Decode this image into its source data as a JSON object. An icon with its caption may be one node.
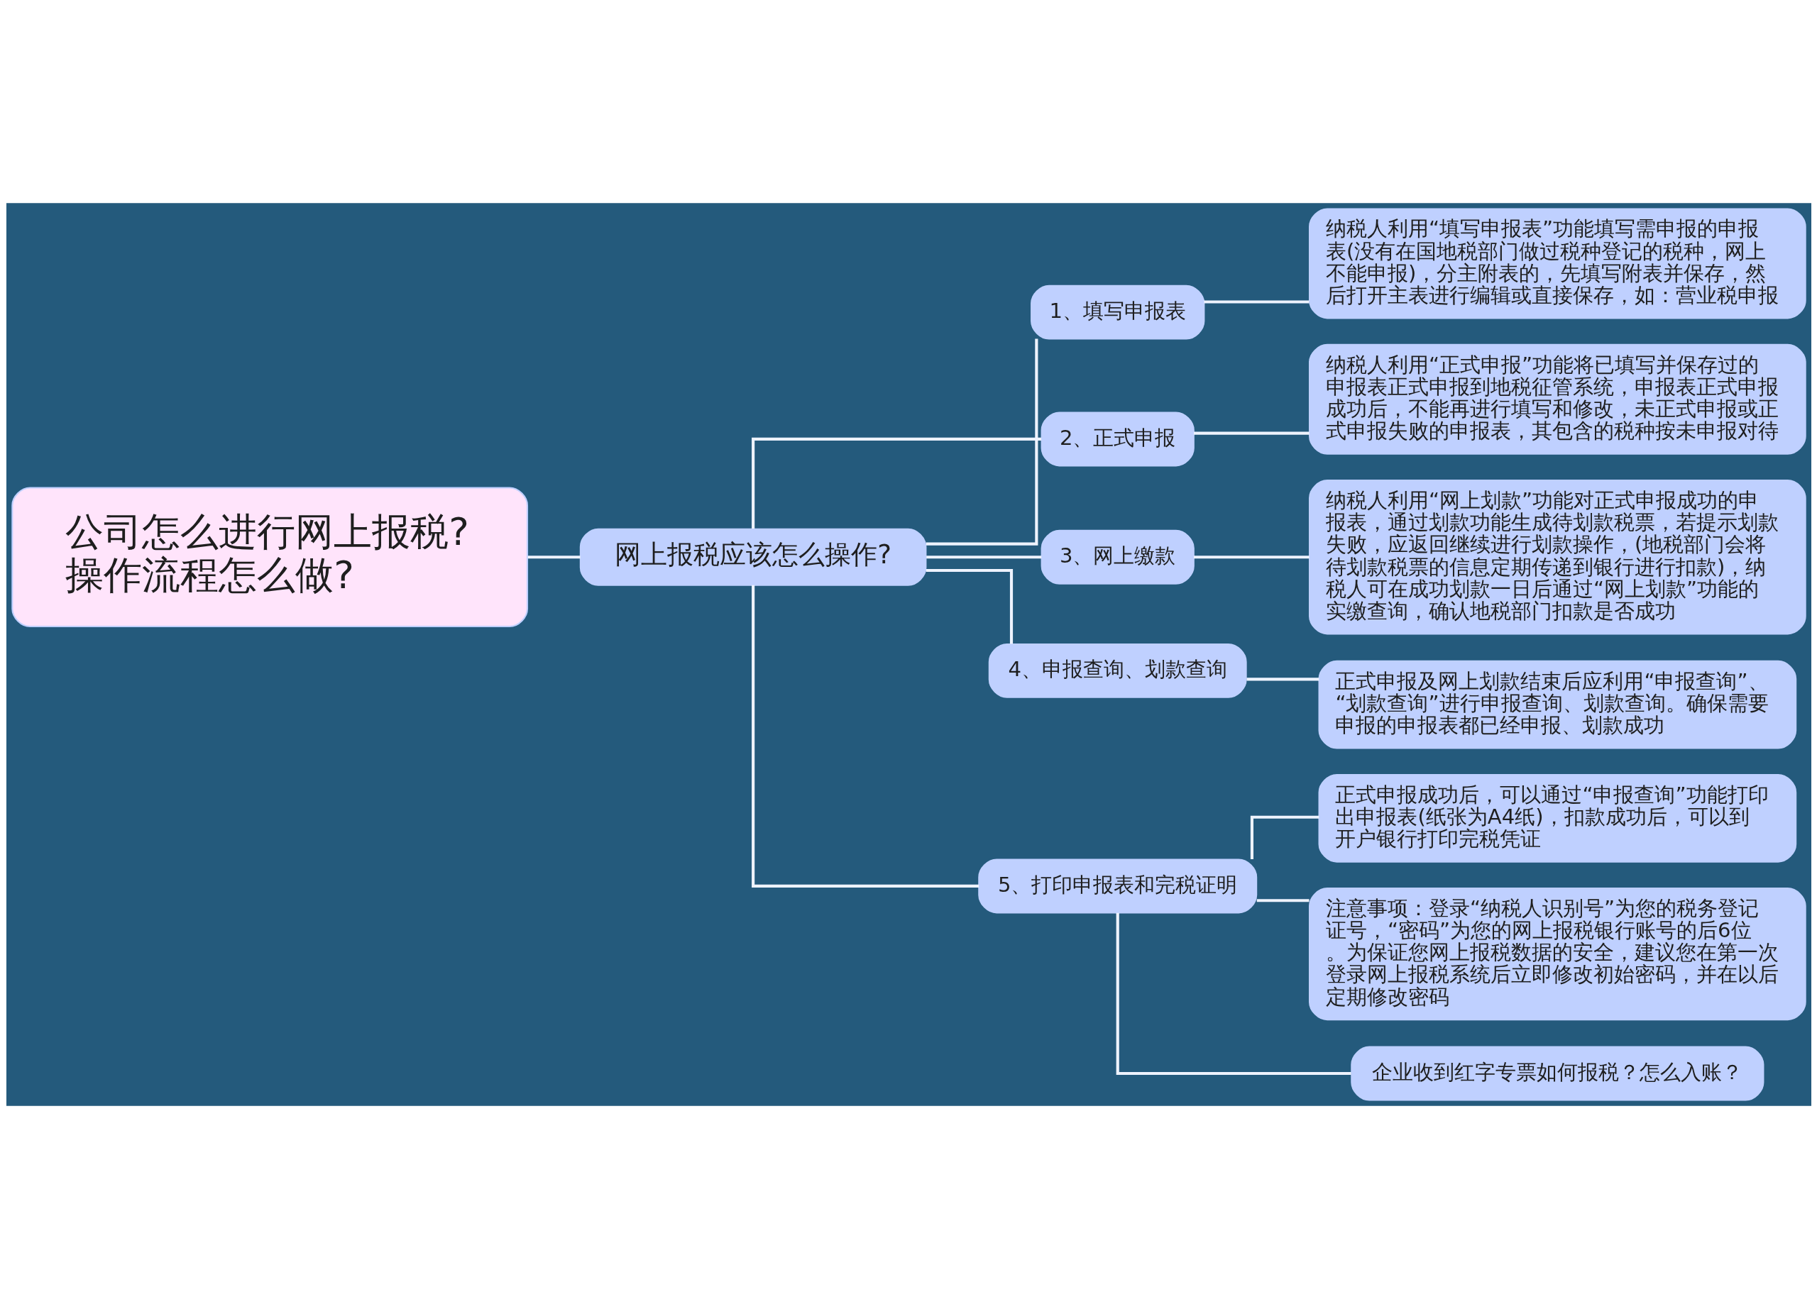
{
  "diagram": {
    "nodes": [
      {
        "text": [
          "公司怎么进行网上报税?操作流程怎么做?"
        ]
      },
      {
        "text": [
          "网上报税应该怎么操作?"
        ]
      },
      {
        "text": [
          "1、填写申报表"
        ]
      },
      {
        "text": [
          "纳税人利用“填写申报表”功能填写需申报的申报表(没有在国地税部门做过税种登记的税种，网上不能申报)，分主附表的，先填写附表并保存，然后打开主表进行编辑或直接保存，如：营业税申报"
        ]
      },
      {
        "text": [
          "2、正式申报"
        ]
      },
      {
        "text": [
          "纳税人利用“正式申报”功能将已填写并保存过的申报表正式申报到地税征管系统，申报表正式申报成功后，不能再进行填写和修改，未正式申报或正式申报失败的申报表，其包含的税种按未申报对待"
        ]
      },
      {
        "text": [
          "3、网上缴款"
        ]
      },
      {
        "text": [
          "纳税人利用“网上划款”功能对正式申报成功的申报表，通过划款功能生成待划款税票，若提示划款失败，应返回继续进行划款操作，(地税部门会将待划款税票的信息定期传递到银行进行扣款)，纳税人可在成功划款一日后通过“网上划款”功能的实缴查询，确认地税部门扣款是否成功"
        ]
      },
      {
        "text": [
          "4、申报查询、划款查询"
        ]
      },
      {
        "text": [
          "正式申报及网上划款结束后应利用“申报查询”、“划款查询”进行申报查询、划款查询。确保需要申报的申报表都已经申报、划款成功"
        ]
      },
      {
        "text": [
          "5、打印申报表和完税证明"
        ]
      },
      {
        "text": [
          "正式申报成功后，可以通过“申报查询”功能打印出申报表(纸张为A4纸)，扣款成功后，可以到开户银行打印完税凭证"
        ]
      },
      {
        "text": [
          "注意事项：登录“纳税人识别号”为您的税务登记证号，“密码”为您的网上报税银行账号的后6位。为保证您网上报税数据的安全，建议您在第一次登录网上报税系统后立即修改初始密码，并在以后定期修改密码"
        ]
      },
      {
        "text": [
          "企业收到红字专票如何报税？怎么入账？"
        ]
      }
    ],
    "edges": [
      {
        "from": 0,
        "to": 1,
        "arrow": "none"
      },
      {
        "from": 1,
        "to": 2,
        "arrow": "none"
      },
      {
        "from": 2,
        "to": 3,
        "arrow": "none"
      },
      {
        "from": 1,
        "to": 4,
        "arrow": "none"
      },
      {
        "from": 4,
        "to": 5,
        "arrow": "none"
      },
      {
        "from": 1,
        "to": 6,
        "arrow": "none"
      },
      {
        "from": 6,
        "to": 7,
        "arrow": "none"
      },
      {
        "from": 1,
        "to": 8,
        "arrow": "none"
      },
      {
        "from": 8,
        "to": 9,
        "arrow": "none"
      },
      {
        "from": 1,
        "to": 10,
        "arrow": "none"
      },
      {
        "from": 10,
        "to": 11,
        "arrow": "none"
      },
      {
        "from": 10,
        "to": 12,
        "arrow": "none"
      },
      {
        "from": 10,
        "to": 13,
        "arrow": "none"
      }
    ]
  }
}
